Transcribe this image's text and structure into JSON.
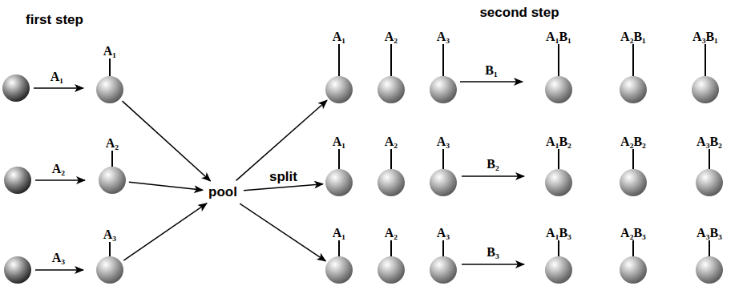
{
  "diagram": {
    "nodes": [
      {
        "text": [
          "A₁"
        ]
      },
      {
        "text": [
          "A₂"
        ]
      },
      {
        "text": [
          "A₃"
        ]
      },
      {
        "text": [
          "pool"
        ]
      },
      {
        "text": [
          "A₁"
        ]
      },
      {
        "text": [
          "A₂"
        ]
      },
      {
        "text": [
          "A₃"
        ]
      },
      {
        "text": [
          "A₁B₁"
        ]
      },
      {
        "text": [
          "A₂B₁"
        ]
      },
      {
        "text": [
          "A₃B₁"
        ]
      },
      {
        "text": [
          "A₁"
        ]
      },
      {
        "text": [
          "A₂"
        ]
      },
      {
        "text": [
          "A₃"
        ]
      },
      {
        "text": [
          "A₁B₂"
        ]
      },
      {
        "text": [
          "A₂B₂"
        ]
      },
      {
        "text": [
          "A₃B₂"
        ]
      },
      {
        "text": [
          "A₁"
        ]
      },
      {
        "text": [
          "A₂"
        ]
      },
      {
        "text": [
          "A₃"
        ]
      },
      {
        "text": [
          "A₁B₃"
        ]
      },
      {
        "text": [
          "A₂B₃"
        ]
      },
      {
        "text": [
          "A₃B₃"
        ]
      }
    ],
    "edges": [
      {
        "from": 0,
        "to": 3,
        "arrow": "to"
      },
      {
        "from": 1,
        "to": 3,
        "arrow": "to"
      },
      {
        "from": 2,
        "to": 3,
        "arrow": "to"
      },
      {
        "from": 3,
        "to": 4,
        "arrow": "to"
      },
      {
        "from": 3,
        "to": 10,
        "label": "split",
        "arrow": "to"
      },
      {
        "from": 3,
        "to": 16,
        "arrow": "to"
      }
    ],
    "labels": [
      "first step",
      "second step",
      "A₁",
      "A₂",
      "A₃",
      "B₁",
      "B₂",
      "B₃"
    ]
  }
}
